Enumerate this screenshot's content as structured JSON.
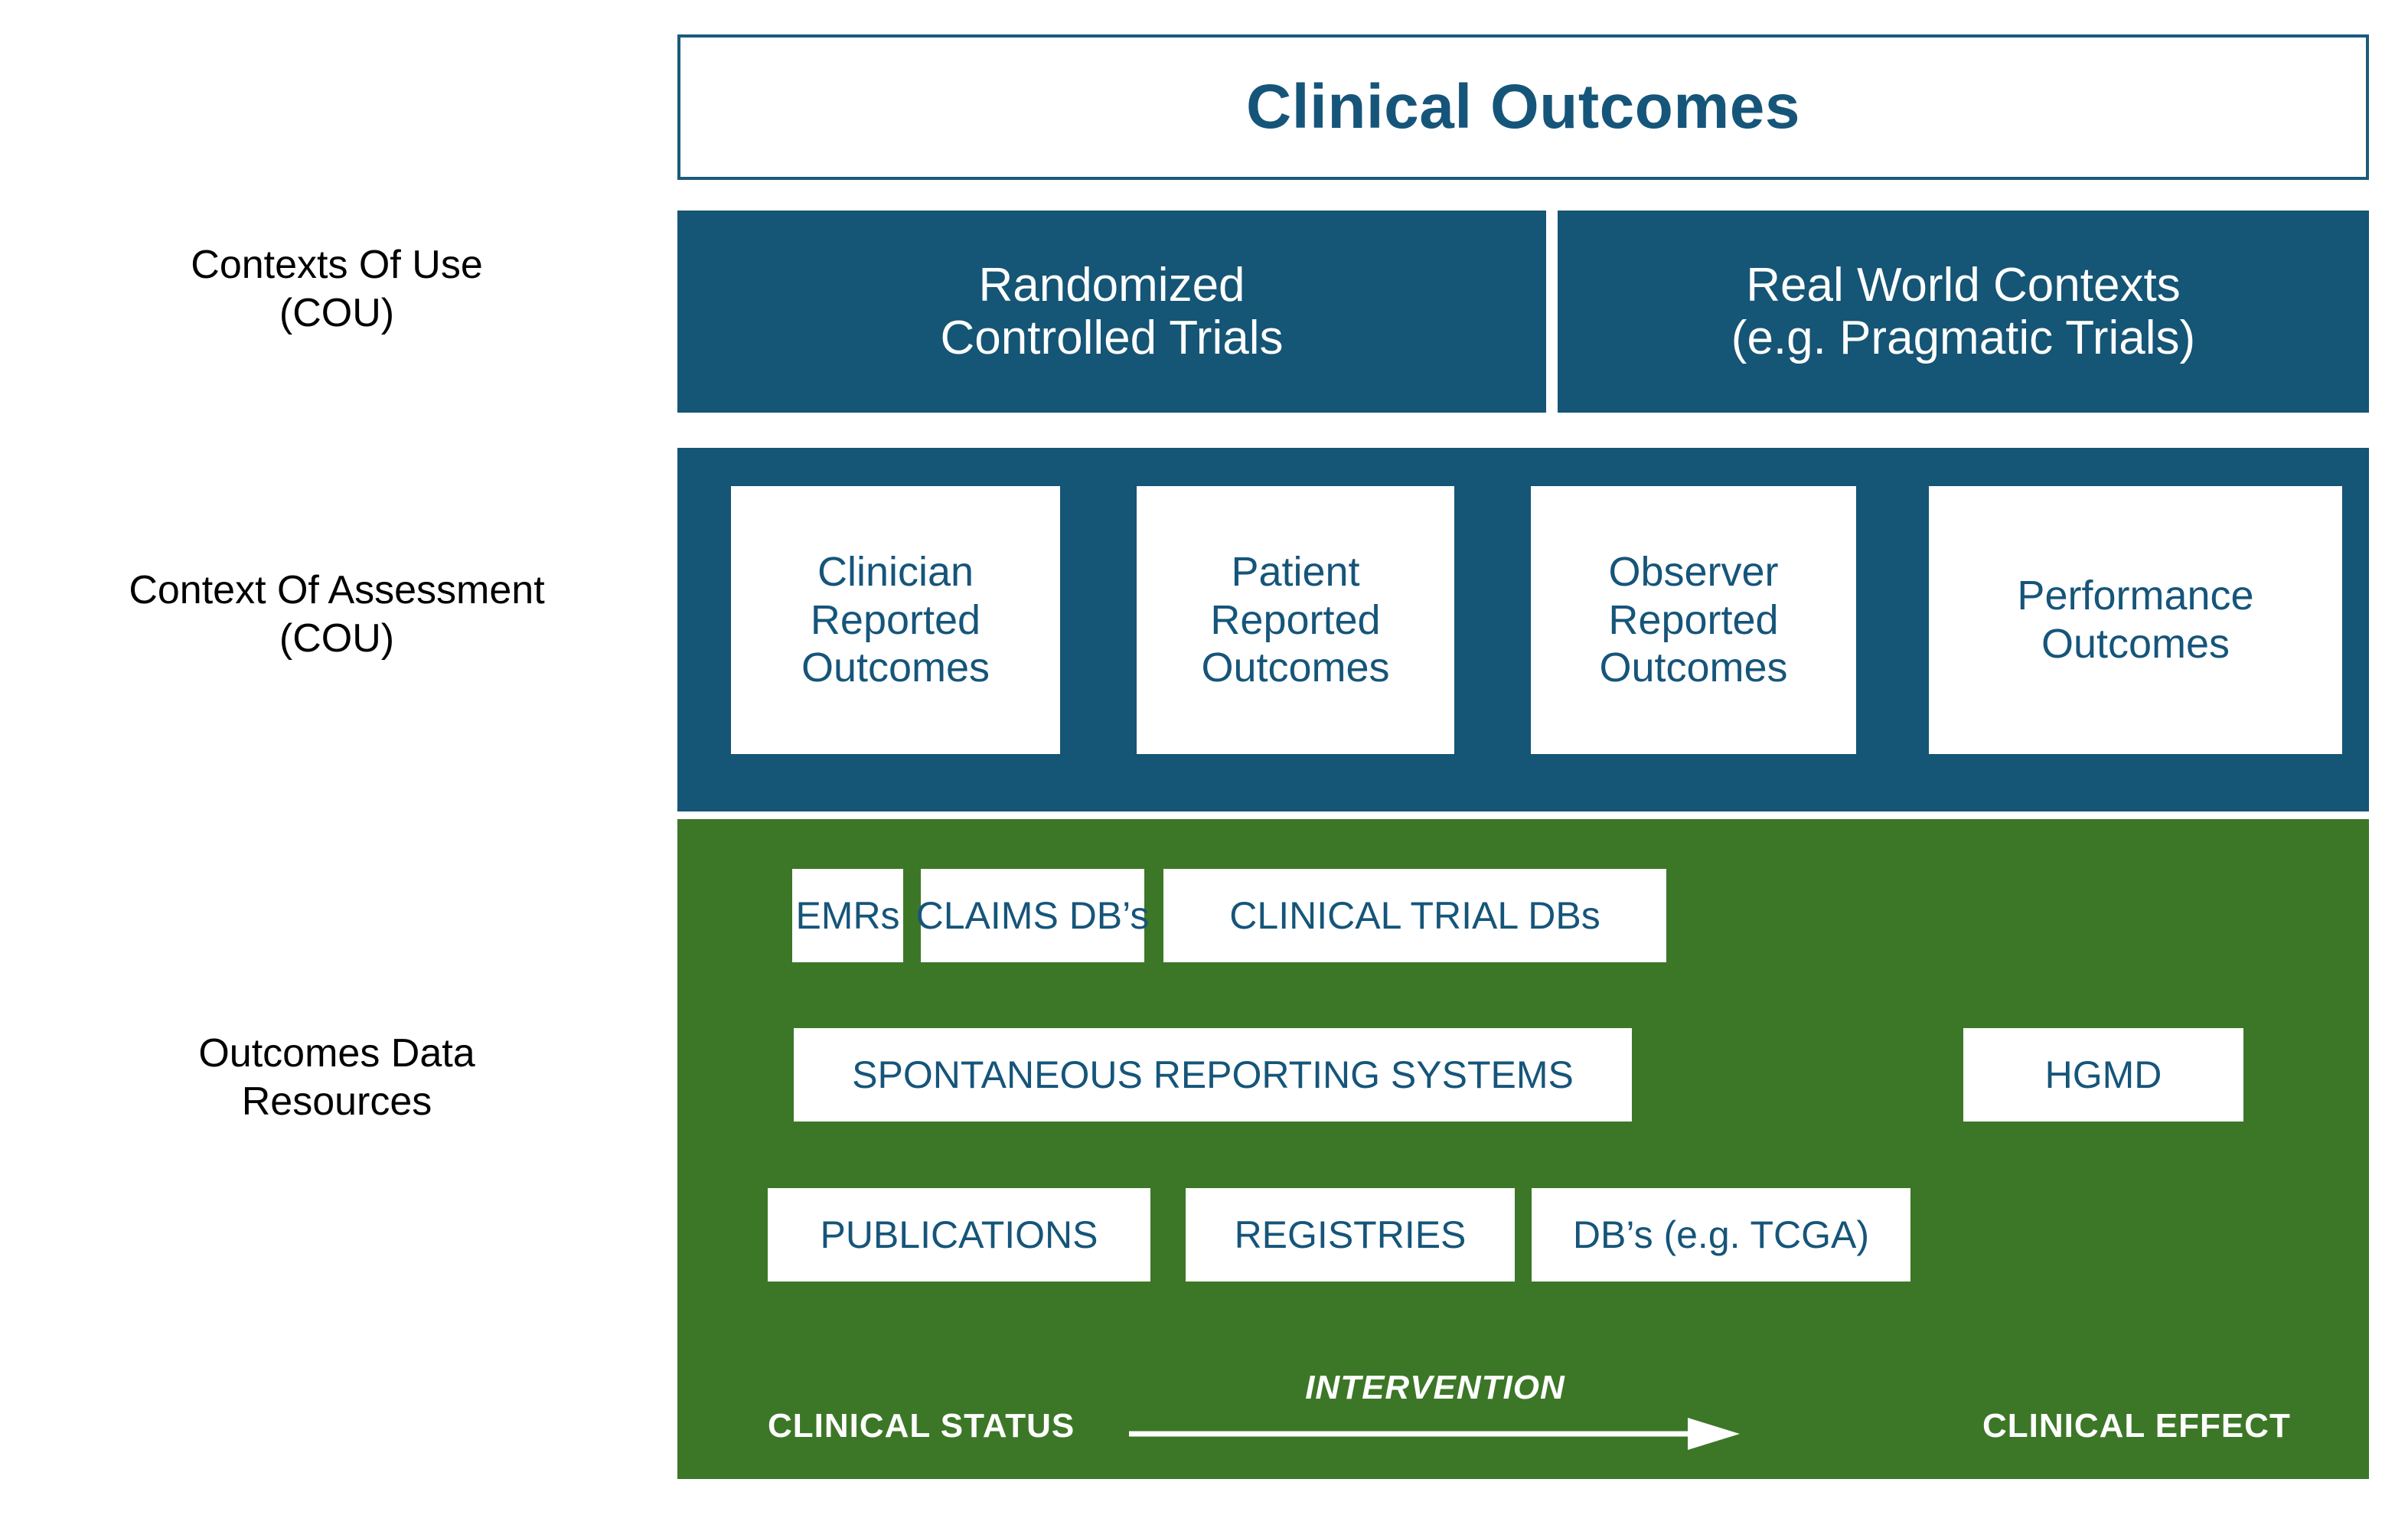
{
  "header": {
    "title": "Clinical Outcomes"
  },
  "rail": {
    "contexts_of_use": "Contexts Of Use\n(COU)",
    "context_of_assessment": "Context Of Assessment\n(COU)",
    "outcomes_data_resources": "Outcomes Data\nResources"
  },
  "contexts_of_use": {
    "items": [
      {
        "label": "Randomized\nControlled Trials"
      },
      {
        "label": "Real World Contexts\n(e.g. Pragmatic Trials)"
      }
    ]
  },
  "context_of_assessment": {
    "items": [
      {
        "label": "Clinician\nReported\nOutcomes"
      },
      {
        "label": "Patient\nReported\nOutcomes"
      },
      {
        "label": "Observer\nReported\nOutcomes"
      },
      {
        "label": "Performance\nOutcomes"
      }
    ]
  },
  "outcomes_data_resources": {
    "row1": [
      {
        "label": "EMRs"
      },
      {
        "label": "CLAIMS DB’s"
      },
      {
        "label": "CLINICAL TRIAL DBs"
      }
    ],
    "row2": [
      {
        "label": "SPONTANEOUS REPORTING SYSTEMS"
      },
      {
        "label": "HGMD"
      }
    ],
    "row3": [
      {
        "label": "PUBLICATIONS"
      },
      {
        "label": "REGISTRIES"
      },
      {
        "label": "DB’s (e.g. TCGA)"
      }
    ],
    "flow": {
      "start": "CLINICAL STATUS",
      "middle": "INTERVENTION",
      "end": "CLINICAL EFFECT",
      "arrow_icon": "right-arrow-icon"
    }
  },
  "colors": {
    "blue": "#155575",
    "blue_text": "#16557a",
    "green": "#3c7727",
    "white": "#ffffff",
    "black": "#000000"
  }
}
